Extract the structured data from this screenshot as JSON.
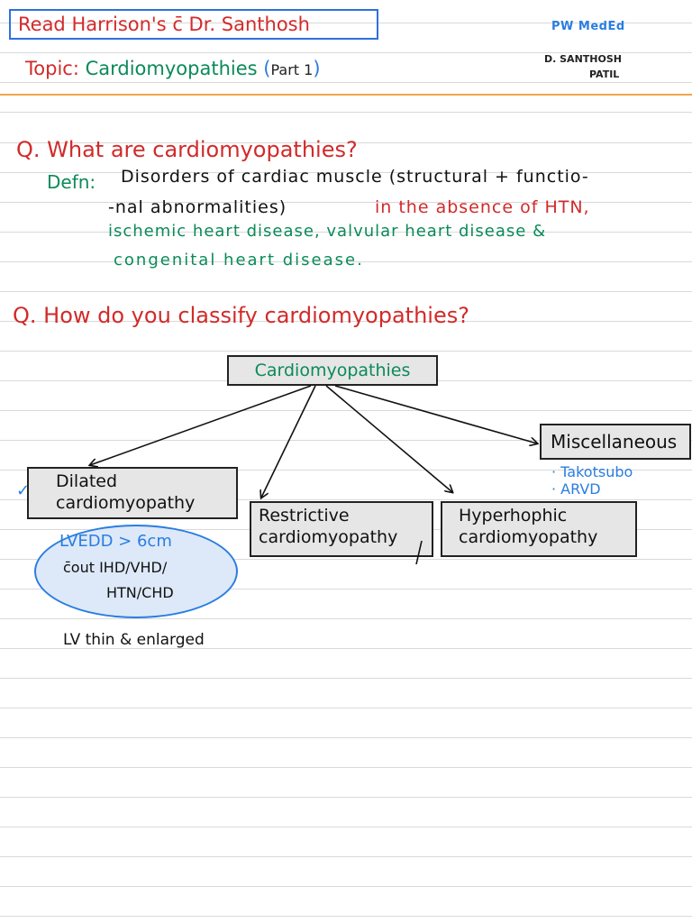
{
  "header": {
    "read_note": "Read Harrison's c̄ Dr. Santhosh",
    "brand": "PW MedEd",
    "author_line1": "D. SANTHOSH",
    "author_line2": "PATIL",
    "topic_label": "Topic:",
    "topic_value": "Cardiomyopathies",
    "part_open": "(",
    "part_text": "Part 1",
    "part_close": ")"
  },
  "question1": {
    "text": "Q. What are cardiomyopathies?",
    "defn_label": "Defn:",
    "line1": "Disorders of cardiac muscle (structural + functio-",
    "line2_black": "-nal abnormalities)",
    "line2_red": "in the absence of HTN,",
    "line3": "ischemic heart disease, valvular heart disease &",
    "line4": "congenital heart disease."
  },
  "question2": {
    "text": "Q. How do you classify cardiomyopathies?"
  },
  "diagram": {
    "root": "Cardiomyopathies",
    "dilated_line1": "Dilated",
    "dilated_line2": "cardiomyopathy",
    "restrictive_line1": "Restrictive",
    "restrictive_line2": "cardiomyopathy",
    "hypertrophic_line1": "Hyperhophic",
    "hypertrophic_line2": "cardiomyopathy",
    "misc": "Miscellaneous",
    "misc_items": [
      "· Takotsubo",
      "· ARVD"
    ]
  },
  "dilated_notes": {
    "check": "✓",
    "lvedd": "LVEDD > 6cm",
    "without": "c̄out IHD/VHD/",
    "htn": "HTN/CHD",
    "lv": "LV thin & enlarged"
  }
}
